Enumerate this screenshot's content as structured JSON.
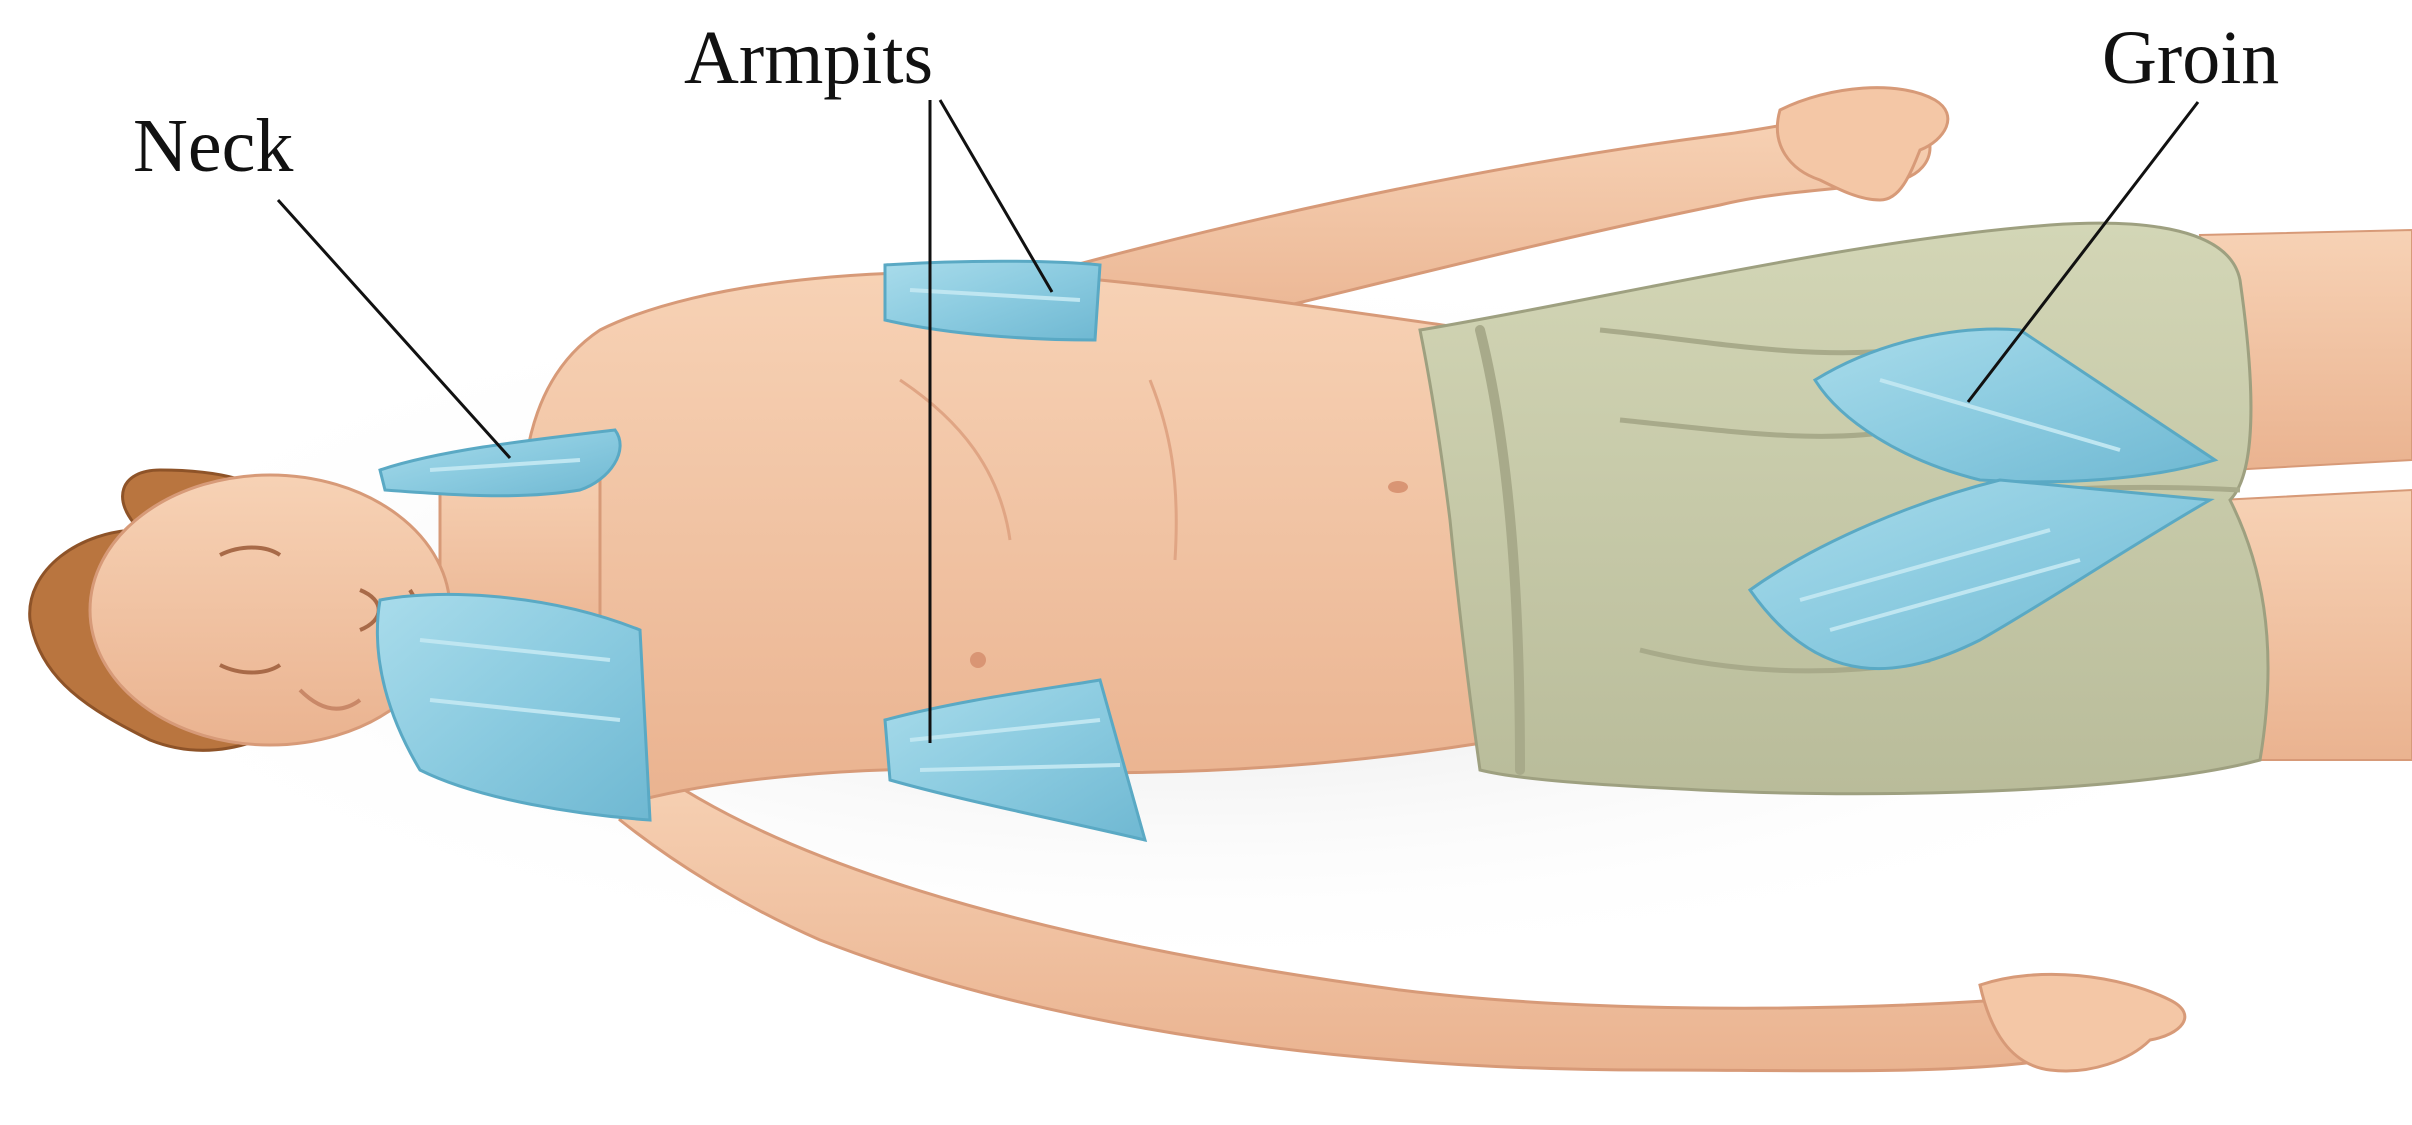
{
  "labels": {
    "neck": "Neck",
    "armpits": "Armpits",
    "groin": "Groin"
  },
  "colors": {
    "skin": "#f4c7a6",
    "skin_shade": "#e2a783",
    "hair": "#b9753f",
    "shorts": "#c8cbaa",
    "ice_pack": "#8fd0e3",
    "ice_pack_edge": "#5aa9c4",
    "leader_line": "#111111"
  },
  "icons": [
    "body-illustration",
    "ice-pack"
  ]
}
